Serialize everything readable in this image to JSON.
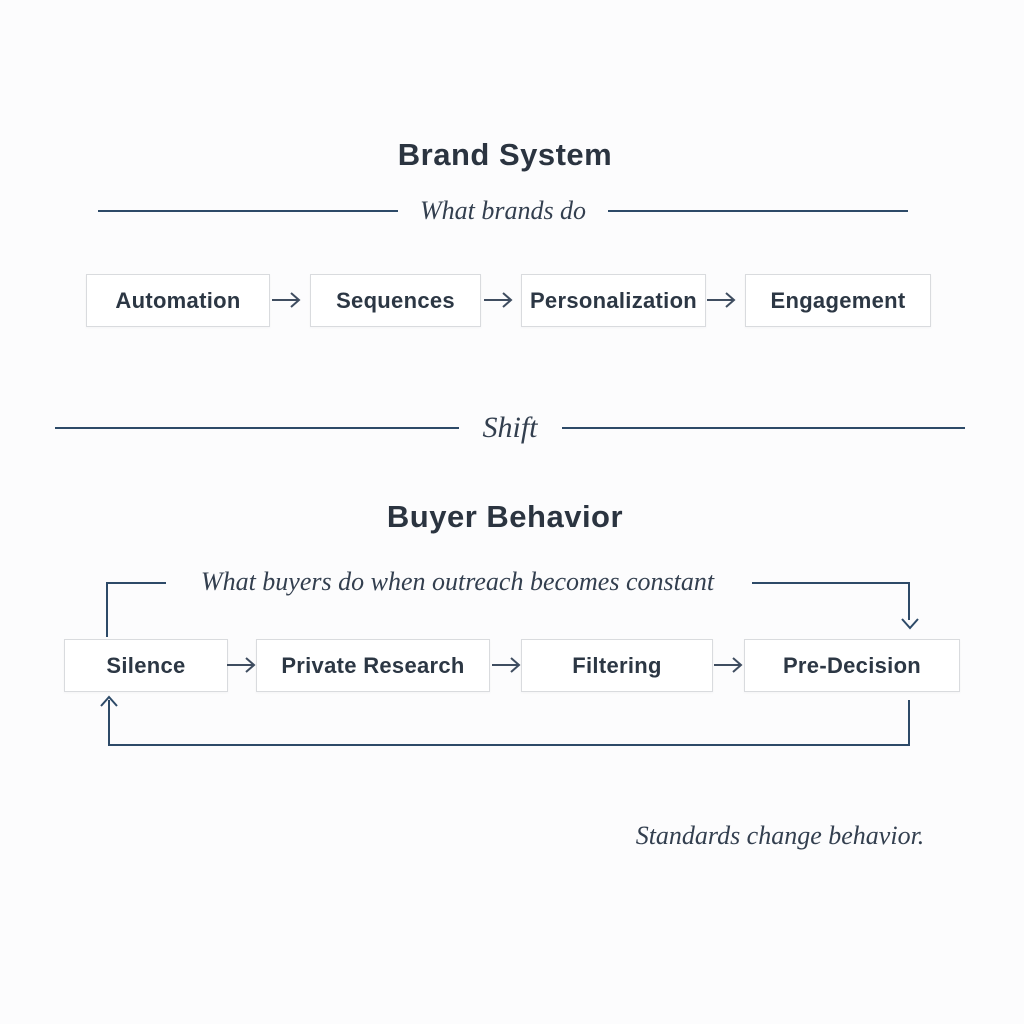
{
  "colors": {
    "background": "#fcfcfd",
    "title_text": "#2b3440",
    "connector_line": "#2d4a68",
    "arrow": "#3f4d60",
    "box_border": "#d9dbde",
    "box_background": "#ffffff"
  },
  "brand_system": {
    "title": "Brand System",
    "subtitle": "What brands do",
    "steps": [
      "Automation",
      "Sequences",
      "Personalization",
      "Engagement"
    ]
  },
  "shift_divider": {
    "label": "Shift"
  },
  "buyer_behavior": {
    "title": "Buyer Behavior",
    "annotation": "What buyers do when outreach becomes constant",
    "steps": [
      "Silence",
      "Private Research",
      "Filtering",
      "Pre-Decision"
    ]
  },
  "footer": {
    "caption": "Standards change behavior."
  }
}
